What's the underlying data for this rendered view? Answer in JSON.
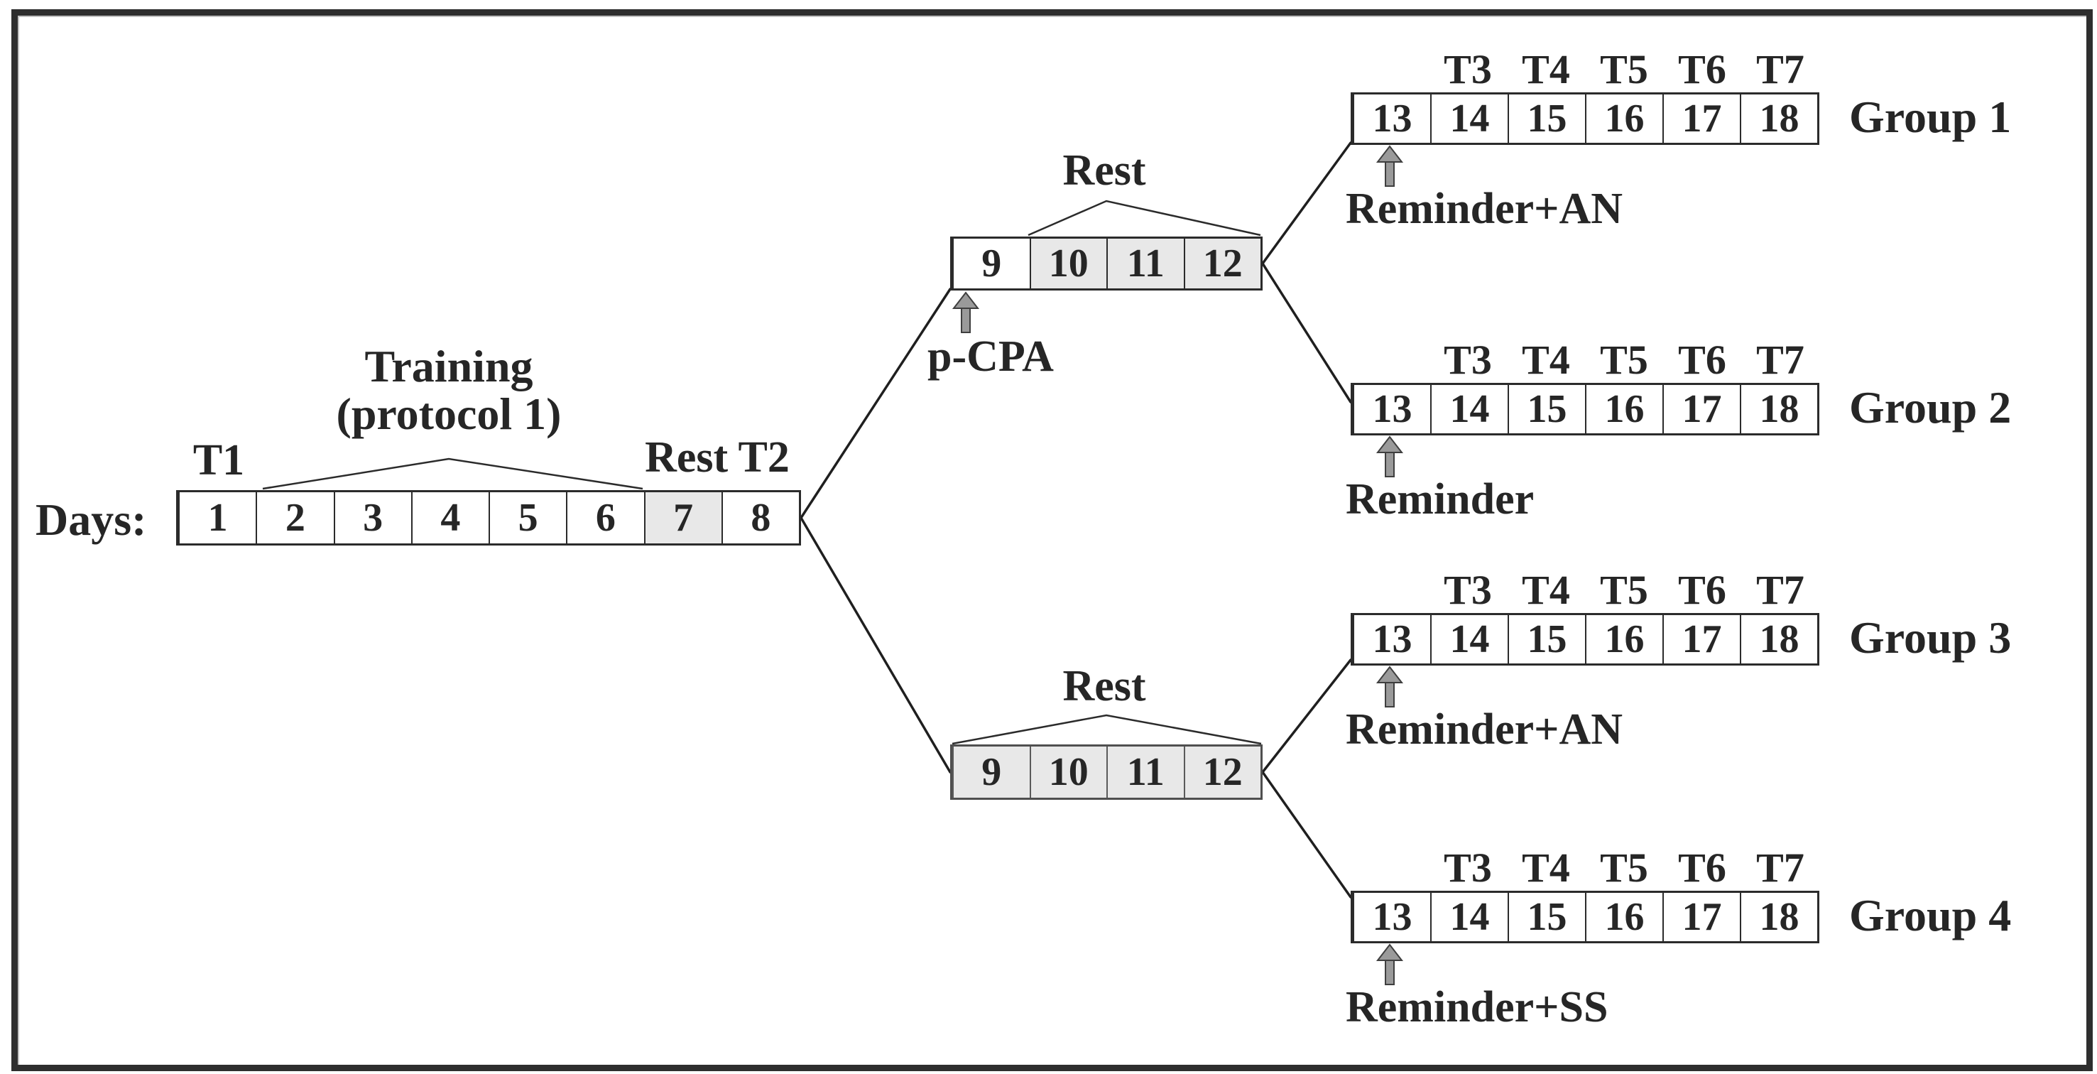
{
  "figure": {
    "days_label": "Days:",
    "t1_label": "T1",
    "training_label_line1": "Training",
    "training_label_line2": "(protocol 1)",
    "rest_t2_label": "Rest T2",
    "main_row": {
      "cells": [
        {
          "label": "1",
          "shaded": false
        },
        {
          "label": "2",
          "shaded": false
        },
        {
          "label": "3",
          "shaded": false
        },
        {
          "label": "4",
          "shaded": false
        },
        {
          "label": "5",
          "shaded": false
        },
        {
          "label": "6",
          "shaded": false
        },
        {
          "label": "7",
          "shaded": true
        },
        {
          "label": "8",
          "shaded": false
        }
      ]
    },
    "upper_rest_row": {
      "rest_label": "Rest",
      "pcpa_label": "p-CPA",
      "cells": [
        {
          "label": "9",
          "shaded": false
        },
        {
          "label": "10",
          "shaded": true
        },
        {
          "label": "11",
          "shaded": true
        },
        {
          "label": "12",
          "shaded": true
        }
      ]
    },
    "lower_rest_row": {
      "rest_label": "Rest",
      "cells": [
        {
          "label": "9",
          "shaded": true
        },
        {
          "label": "10",
          "shaded": true
        },
        {
          "label": "11",
          "shaded": true
        },
        {
          "label": "12",
          "shaded": true
        }
      ]
    },
    "test_labels": [
      "T3",
      "T4",
      "T5",
      "T6",
      "T7"
    ],
    "groups": [
      {
        "name": "Group 1",
        "treatment": "Reminder+AN",
        "cells": [
          {
            "label": "13",
            "shaded": false
          },
          {
            "label": "14",
            "shaded": false
          },
          {
            "label": "15",
            "shaded": false
          },
          {
            "label": "16",
            "shaded": false
          },
          {
            "label": "17",
            "shaded": false
          },
          {
            "label": "18",
            "shaded": false
          }
        ]
      },
      {
        "name": "Group 2",
        "treatment": "Reminder",
        "cells": [
          {
            "label": "13",
            "shaded": false
          },
          {
            "label": "14",
            "shaded": false
          },
          {
            "label": "15",
            "shaded": false
          },
          {
            "label": "16",
            "shaded": false
          },
          {
            "label": "17",
            "shaded": false
          },
          {
            "label": "18",
            "shaded": false
          }
        ]
      },
      {
        "name": "Group 3",
        "treatment": "Reminder+AN",
        "cells": [
          {
            "label": "13",
            "shaded": false
          },
          {
            "label": "14",
            "shaded": false
          },
          {
            "label": "15",
            "shaded": false
          },
          {
            "label": "16",
            "shaded": false
          },
          {
            "label": "17",
            "shaded": false
          },
          {
            "label": "18",
            "shaded": false
          }
        ]
      },
      {
        "name": "Group 4",
        "treatment": "Reminder+SS",
        "cells": [
          {
            "label": "13",
            "shaded": false
          },
          {
            "label": "14",
            "shaded": false
          },
          {
            "label": "15",
            "shaded": false
          },
          {
            "label": "16",
            "shaded": false
          },
          {
            "label": "17",
            "shaded": false
          },
          {
            "label": "18",
            "shaded": false
          }
        ]
      }
    ],
    "colors": {
      "shaded_box": "#e8e8e8",
      "arrow_fill": "#9a9a9a",
      "line": "#1f1f1f",
      "text": "#262626"
    }
  }
}
